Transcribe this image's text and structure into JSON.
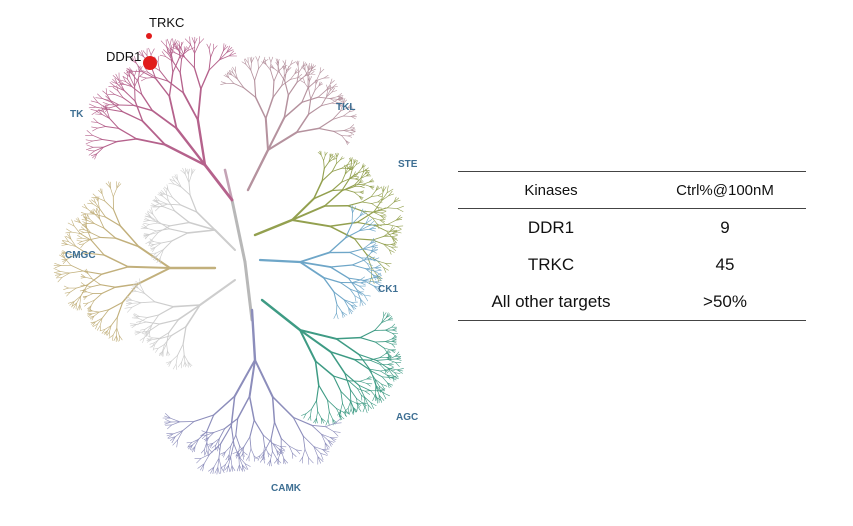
{
  "tree": {
    "groups": [
      {
        "id": "TK",
        "label": "TK",
        "color": "#b5628c"
      },
      {
        "id": "TKL",
        "label": "TKL",
        "color": "#b5929e"
      },
      {
        "id": "STE",
        "label": "STE",
        "color": "#93a04f"
      },
      {
        "id": "CK1",
        "label": "CK1",
        "color": "#6ea6c8"
      },
      {
        "id": "AGC",
        "label": "AGC",
        "color": "#3e9b84"
      },
      {
        "id": "CAMK",
        "label": "CAMK",
        "color": "#8c8dbb"
      },
      {
        "id": "CMGC",
        "label": "CMGC",
        "color": "#c2b07c"
      },
      {
        "id": "OTHER",
        "label": "",
        "color": "#cdcdcd"
      }
    ],
    "hits": [
      {
        "name": "TRKC",
        "color": "#e11b1b"
      },
      {
        "name": "DDR1",
        "color": "#e11b1b"
      }
    ]
  },
  "table": {
    "headers": [
      "Kinases",
      "Ctrl%@100nM"
    ],
    "rows": [
      [
        "DDR1",
        "9"
      ],
      [
        "TRKC",
        "45"
      ],
      [
        "All other targets",
        ">50%"
      ]
    ]
  }
}
